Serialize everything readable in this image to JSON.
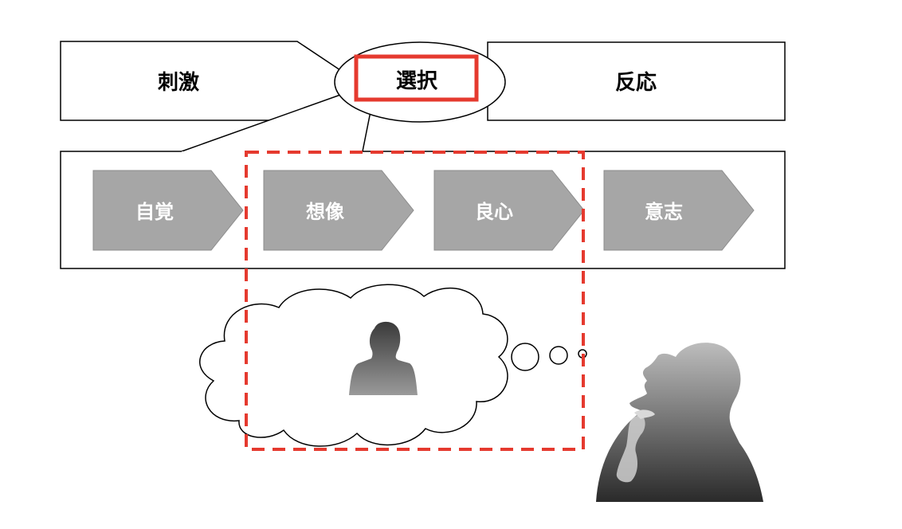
{
  "top_row": {
    "stimulus": "刺激",
    "choice": "選択",
    "response": "反応"
  },
  "steps": [
    {
      "label": "自覚"
    },
    {
      "label": "想像"
    },
    {
      "label": "良心"
    },
    {
      "label": "意志"
    }
  ],
  "colors": {
    "highlight": "#e53a2f",
    "step_fill": "#a6a6a6",
    "step_text": "#ffffff",
    "outline": "#000000",
    "silhouette_dark": "#2a2a2a",
    "silhouette_light": "#bdbdbd"
  },
  "icons": [
    "thought-bubble-icon",
    "imagined-person-icon",
    "thinking-person-icon"
  ]
}
